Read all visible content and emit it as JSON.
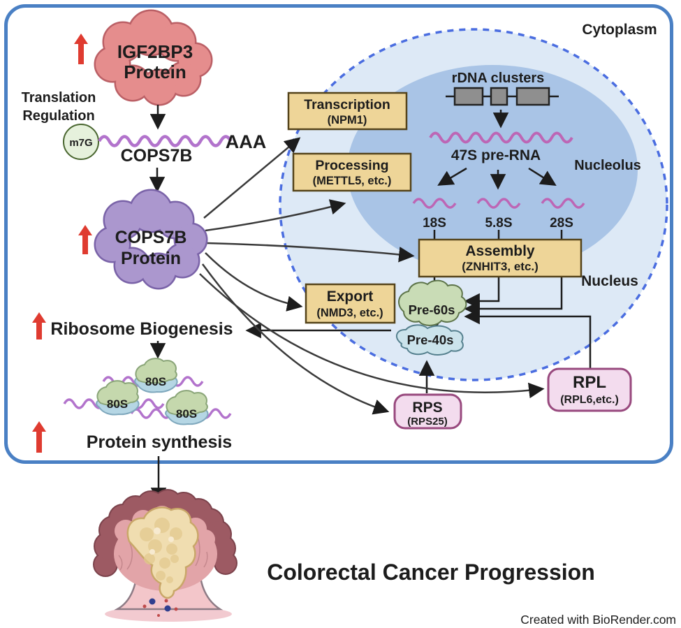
{
  "labels": {
    "cytoplasm": "Cytoplasm",
    "nucleolus": "Nucleolus",
    "nucleus": "Nucleus"
  },
  "left_pathway": {
    "igf2bp3_line1": "IGF2BP3",
    "igf2bp3_line2": "Protein",
    "translation_line1": "Translation",
    "translation_line2": "Regulation",
    "m7g": "m7G",
    "mrna_label": "COPS7B",
    "polya": "AAA",
    "cops7b_line1": "COPS7B",
    "cops7b_line2": "Protein",
    "ribosome_biogenesis": "Ribosome Biogenesis",
    "ribosome_unit": "80S",
    "protein_synthesis": "Protein synthesis"
  },
  "nucleus_content": {
    "rdna": "rDNA clusters",
    "pre_rna": "47S pre-RNA",
    "rna_18s": "18S",
    "rna_5_8s": "5.8S",
    "rna_28s": "28S",
    "pre60s": "Pre-60s",
    "pre40s": "Pre-40s"
  },
  "process_boxes": {
    "transcription": {
      "title": "Transcription",
      "subtitle": "(NPM1)"
    },
    "processing": {
      "title": "Processing",
      "subtitle": "(METTL5, etc.)"
    },
    "assembly": {
      "title": "Assembly",
      "subtitle": "(ZNHIT3, etc.)"
    },
    "export": {
      "title": "Export",
      "subtitle": "(NMD3, etc.)"
    }
  },
  "protein_boxes": {
    "rps": {
      "title": "RPS",
      "subtitle": "(RPS25)"
    },
    "rpl": {
      "title": "RPL",
      "subtitle": "(RPL6,etc.)"
    }
  },
  "footer": {
    "title": "Colorectal Cancer Progression",
    "credit": "Created with BioRender.com"
  },
  "colors": {
    "cell_border": "#4a80c4",
    "nucleus_fill": "#dde9f6",
    "nucleus_border": "#4a6de0",
    "nucleolus_fill": "#a9c4e6",
    "process_box_fill": "#eed598",
    "process_box_border": "#54431a",
    "protein_box_fill": "#f3dcee",
    "protein_box_border": "#98497e",
    "mrna_purple": "#b273cc",
    "rna_pink": "#bd66b5",
    "up_arrow_red": "#df3b30",
    "regulation_green": "#6ca244",
    "cytoplasm_gray": "#7e7e7e"
  }
}
